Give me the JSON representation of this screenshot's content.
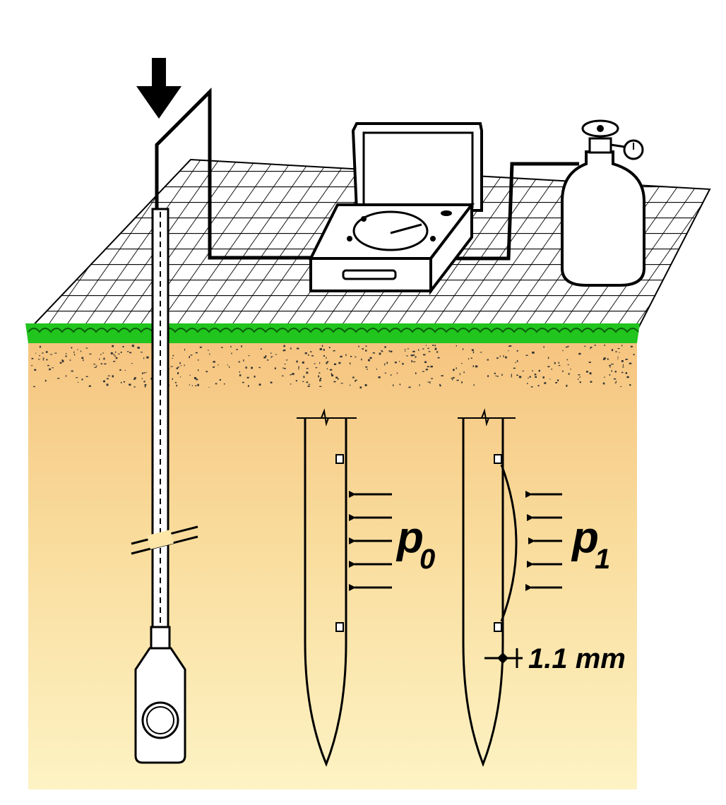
{
  "labels": {
    "p0_main": "p",
    "p0_sub": "0",
    "p1_main": "p",
    "p1_sub": "1",
    "dimension": "1.1 mm"
  },
  "colors": {
    "soil_top": "#f5c37e",
    "soil_bottom": "#fdf3c2",
    "grass": "#22c41e",
    "line": "#000000",
    "surface": "#ffffff"
  },
  "icons": {
    "push_arrow": "down-arrow-icon",
    "probe": "dilatometer-blade-icon",
    "control_unit": "control-box-icon",
    "gas_tank": "gas-tank-icon",
    "gauge": "pressure-gauge-icon"
  }
}
